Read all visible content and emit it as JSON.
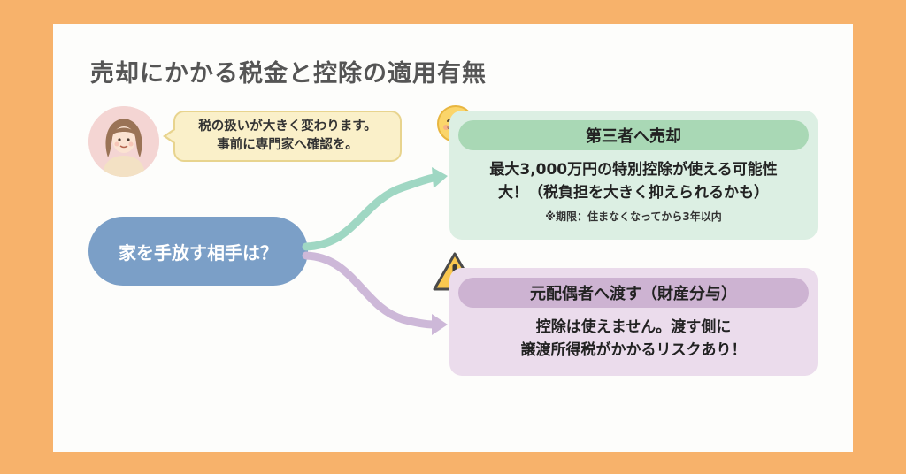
{
  "title": "売却にかかる税金と控除の適用有無",
  "advice_bubble": {
    "lines": [
      "税の扱いが大きく変わります。",
      "事前に専門家へ確認を。"
    ]
  },
  "question": "家を手放す相手は？",
  "branches": [
    {
      "header": "第三者へ売却",
      "body_lines": [
        "最大3,000万円の特別控除が使える可能性",
        "大！（税負担を大きく抑えられるかも）"
      ],
      "note": "※期限：住まなくなってから3年以内",
      "icon": "smiley-face-icon",
      "color": "#a9d8b5"
    },
    {
      "header": "元配偶者へ渡す（財産分与）",
      "body_lines": [
        "控除は使えません。渡す側に",
        "譲渡所得税がかかるリスクあり！"
      ],
      "icon": "warning-icon",
      "color": "#cdb3d2"
    }
  ],
  "colors": {
    "background": "#f7b26b",
    "card": "#fdfdfb",
    "question": "#7b9fc7",
    "green_panel": "#dcefe3",
    "purple_panel": "#ebdcec",
    "bubble": "#faf0c9"
  }
}
